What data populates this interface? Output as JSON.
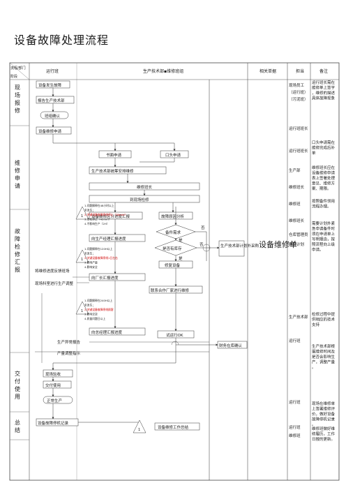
{
  "title": "设备故障处理流程",
  "header": {
    "corner_top": "流程/部门",
    "corner_bottom": "阶段",
    "col_operations": "运行班",
    "col_tech": "生产技术部▪维修班组",
    "col_docs": "相关单据",
    "col_owner": "担当",
    "col_remarks": "备注"
  },
  "stages": [
    "现场报修",
    "维修申请",
    "故障检修/汇报",
    "交付使用",
    "总结"
  ],
  "nodes": {
    "fault_found": "设备发生故障",
    "report_tech": "报告生产技术部",
    "shift_confirm": "班组确认",
    "repair_request": "设备维修申请",
    "written_request": "书面申请",
    "verbal_request": "口头申请",
    "tech_assign": "生产技术部统筹安排维修",
    "repair_team_leader": "维修班长",
    "site_repair": "到现场检修",
    "progress_report": "设备维修区分进度汇报",
    "fault_analysis": "故障原因分析",
    "spare_parts": "备件需求",
    "in_stock": "是否有库存",
    "production_plan": "生产技术部计划外采购",
    "manager_report": "向生产经理汇报进度",
    "repair_equipment": "修复设备",
    "plant_manager_report": "向厂长汇报进度",
    "contact_partner": "联系合作厂家进行维修",
    "general_report": "向总经理汇报进度",
    "trial_run": "试运行OK",
    "finance_confirm": "财务在库确认",
    "site_acceptance": "现场验收",
    "handover": "交付使用",
    "normal_production": "正常生产",
    "record": "设备故障停机记录",
    "summary": "设备维修工作总结",
    "progress_feedback": "将维修进度反馈班场",
    "shift_section_feedback": "现场科室进行生产调整",
    "production_report": "生产异常报告",
    "production_adjust": "产量调整指示"
  },
  "labels": {
    "no": "否",
    "yes": "是",
    "doc_center": "设备维修单",
    "stars": [
      "1",
      "1",
      "1",
      "1"
    ]
  },
  "notes": [
    {
      "lines": [
        "1.问题解释在48小时以上",
        "未发生；",
        "2.关键设备故障停线停止（30min）",
        "3.单机停止（45min）",
        "4.不影响生产（2H）"
      ],
      "red_index": 2
    },
    {
      "lines": [
        "1.问题解释在120H以上",
        "未发生；",
        "2.关键设备故障停线1日左右",
        "3.影响产量",
        "4.影响安全"
      ],
      "red_index": 2
    },
    {
      "lines": [
        "1.问题解释在240H以上",
        "未发生；",
        "2.关键设备故障停线顾客",
        "3.影响交货",
        "4.质量问题日以上"
      ],
      "red_index": 2
    }
  ],
  "owners": [
    "现场员工",
    "（运行班）",
    "（污泥班）",
    "运行班班长",
    "运行班班长",
    "生产部",
    "维修班长",
    "维修班",
    "维修班长",
    "仓库管理员",
    "财务计划",
    "生产技术部",
    "运行班",
    "运行班",
    "运行班",
    "维修班"
  ],
  "remarks": [
    "运行班长需在维修单上签字，维修的描述具体故障现象",
    "口头申请需在维修完成后补单",
    "维修班长应在设备维修申请表上签署处理意见、维修方案、期限。",
    "按照备件领用流程办理。",
    "需要计划外紧急申请备件时须在申请单上写明理由，按照流程向上级申请。",
    "检修过程中提供相应的技术支持",
    "生产技术部根据维修时间及是否会影响生产，调整产量。",
    "现场在维修单上签署维修评价，做好设备故障停机记录。",
    "维修班做好维修履历，工作日报的更新。"
  ]
}
